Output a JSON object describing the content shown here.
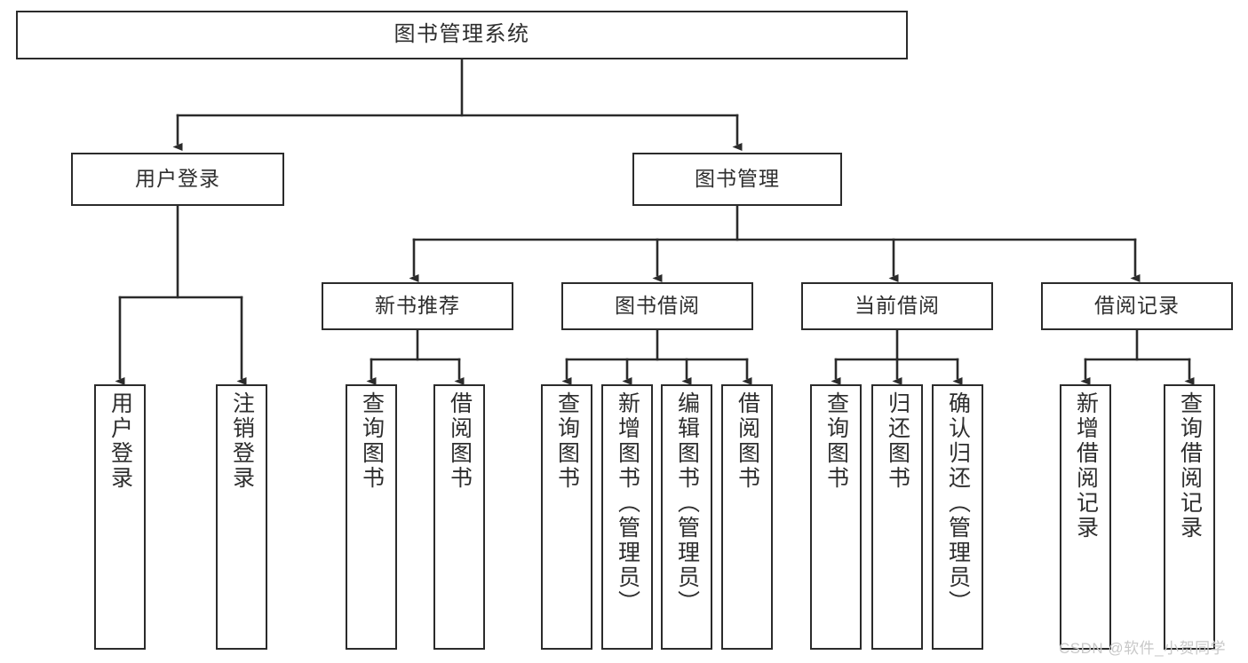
{
  "diagram": {
    "title": "图书管理系统",
    "type": "tree",
    "watermark": "CSDN @软件_小贺同学",
    "colors": {
      "box_stroke": "#2b2b2b",
      "edge_stroke": "#2b2b2b",
      "text": "#2e2e2e",
      "background": "#ffffff",
      "watermark": "#c8c8c8"
    },
    "levels": {
      "root": {
        "label": "图书管理系统"
      },
      "level2": [
        {
          "id": "user-login",
          "label": "用户登录"
        },
        {
          "id": "book-management",
          "label": "图书管理"
        }
      ],
      "level3": [
        {
          "id": "new-book-recommend",
          "label": "新书推荐",
          "parent": "book-management"
        },
        {
          "id": "book-borrow",
          "label": "图书借阅",
          "parent": "book-management"
        },
        {
          "id": "current-borrow",
          "label": "当前借阅",
          "parent": "book-management"
        },
        {
          "id": "borrow-record",
          "label": "借阅记录",
          "parent": "book-management"
        }
      ],
      "leaves": [
        {
          "id": "leaf-user-login",
          "label": "用户登录",
          "parent": "user-login"
        },
        {
          "id": "leaf-logout",
          "label": "注销登录",
          "parent": "user-login"
        },
        {
          "id": "leaf-query-book-1",
          "label": "查询图书",
          "parent": "new-book-recommend"
        },
        {
          "id": "leaf-borrow-book-1",
          "label": "借阅图书",
          "parent": "new-book-recommend"
        },
        {
          "id": "leaf-query-book-2",
          "label": "查询图书",
          "parent": "book-borrow"
        },
        {
          "id": "leaf-add-book",
          "label": "新增图书（管理员）",
          "parent": "book-borrow"
        },
        {
          "id": "leaf-edit-book",
          "label": "编辑图书（管理员）",
          "parent": "book-borrow"
        },
        {
          "id": "leaf-borrow-book-2",
          "label": "借阅图书",
          "parent": "book-borrow"
        },
        {
          "id": "leaf-query-book-3",
          "label": "查询图书",
          "parent": "current-borrow"
        },
        {
          "id": "leaf-return-book",
          "label": "归还图书",
          "parent": "current-borrow"
        },
        {
          "id": "leaf-confirm-return",
          "label": "确认归还（管理员）",
          "parent": "current-borrow"
        },
        {
          "id": "leaf-add-record",
          "label": "新增借阅记录",
          "parent": "borrow-record"
        },
        {
          "id": "leaf-query-record",
          "label": "查询借阅记录",
          "parent": "borrow-record"
        }
      ]
    }
  }
}
